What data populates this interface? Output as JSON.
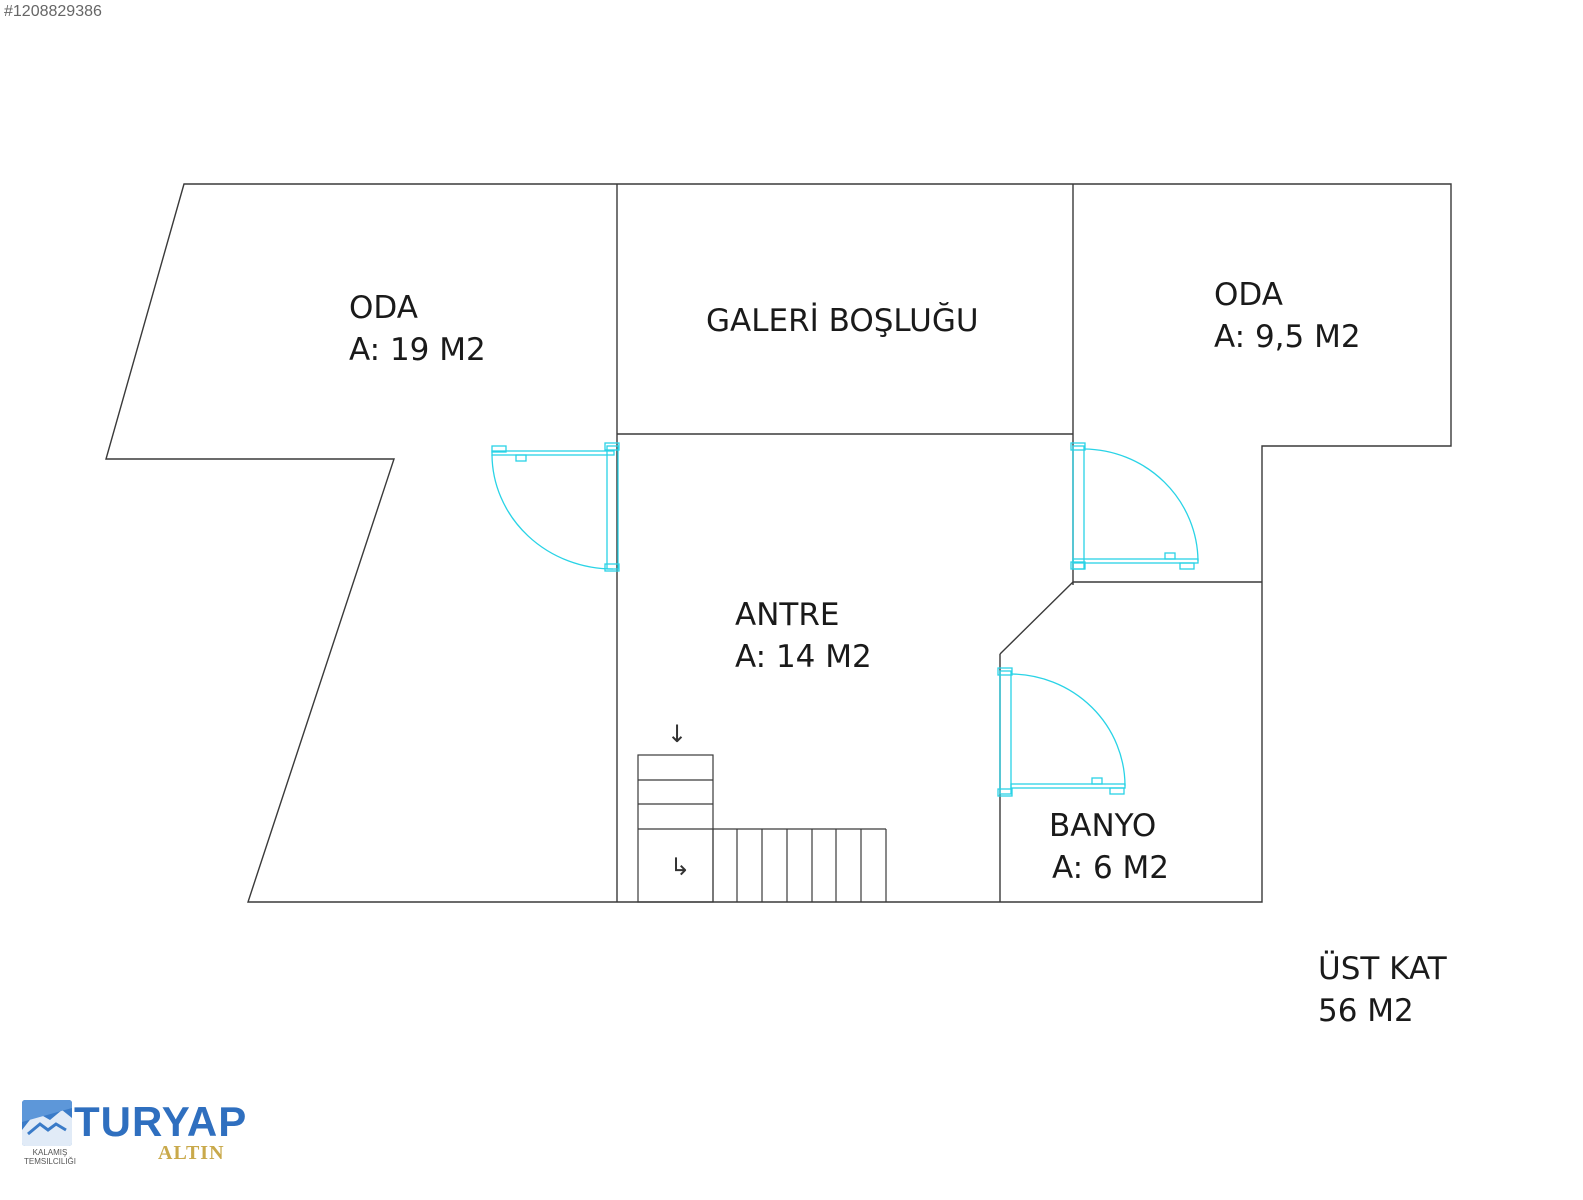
{
  "listing_id": "#1208829386",
  "rooms": {
    "oda_left": {
      "name": "ODA",
      "area": "A: 19 M2"
    },
    "galeri": {
      "name": "GALERİ BOŞLUĞU"
    },
    "oda_right": {
      "name": "ODA",
      "area": "A: 9,5 M2"
    },
    "antre": {
      "name": "ANTRE",
      "area": "A: 14 M2"
    },
    "banyo": {
      "name": "BANYO",
      "area": "A: 6 M2"
    }
  },
  "floor": {
    "name": "ÜST KAT",
    "total": "56 M2"
  },
  "stairs": {
    "arrow_down": "↓",
    "arrow_turn": "↳"
  },
  "logo": {
    "brand": "TURYAP",
    "subtitle_line1": "KALAMIŞ",
    "subtitle_line2": "TEMSILCILIĞI",
    "tag": "ALTIN"
  },
  "colors": {
    "wall": "#3a3a3a",
    "door": "#29d3e6",
    "logo_blue": "#2f6fbf",
    "logo_gold": "#c9a94b"
  }
}
